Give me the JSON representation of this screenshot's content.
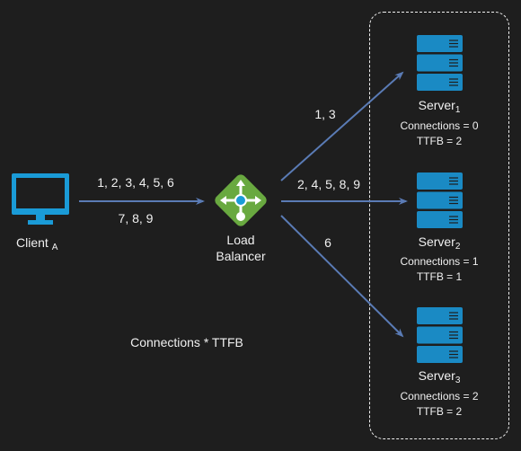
{
  "client": {
    "label": "Client",
    "subscript": "A",
    "icon": "monitor-icon"
  },
  "client_to_lb": {
    "requests_line1": "1, 2, 3, 4, 5, 6",
    "requests_line2": "7, 8, 9"
  },
  "load_balancer": {
    "label_line1": "Load",
    "label_line2": "Balancer",
    "icon": "load-balancer-icon"
  },
  "routes": [
    {
      "label": "1, 3"
    },
    {
      "label": "2, 4, 5, 8, 9"
    },
    {
      "label": "6"
    }
  ],
  "servers": [
    {
      "name": "Server",
      "subscript": "1",
      "connections": "Connections = 0",
      "ttfb": "TTFB = 2",
      "icon": "server-icon"
    },
    {
      "name": "Server",
      "subscript": "2",
      "connections": "Connections = 1",
      "ttfb": "TTFB = 1",
      "icon": "server-icon"
    },
    {
      "name": "Server",
      "subscript": "3",
      "connections": "Connections = 2",
      "ttfb": "TTFB = 2",
      "icon": "server-icon"
    }
  ],
  "formula": "Connections * TTFB",
  "colors": {
    "background": "#1e1e1e",
    "text": "#f0f0f0",
    "arrow": "#5a7bb5",
    "client_blue": "#1a9bd7",
    "lb_green": "#69a940",
    "server_blue": "#1a8ac4"
  }
}
